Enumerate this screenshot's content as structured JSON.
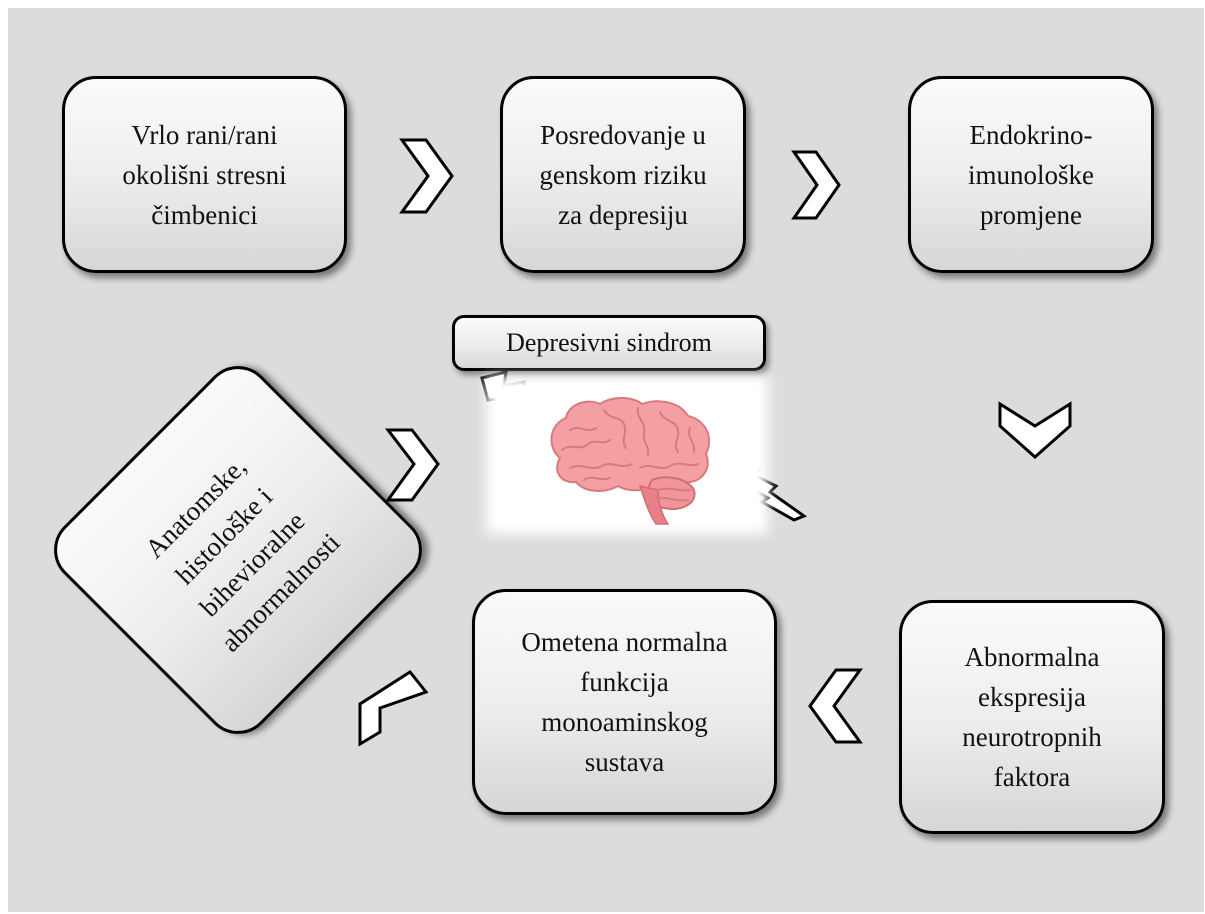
{
  "diagram": {
    "nodes": {
      "early_stress": "Vrlo rani/rani\nokolišni stresni\nčimbenici",
      "genetic_risk": "Posredovanje u\ngenskom riziku\nza depresiju",
      "endocrine": "Endokrino-\nimunološke\npromjene",
      "neurotrophic": "Abnormalna\nekspresija\nneurotropnih\nfaktora",
      "monoamine": "Ometena normalna\nfunkcija\nmonoaminskog\nsustava",
      "anatomic": "Anatomske,\nhistološke i\nbihevioralne\nabnormalnosti"
    },
    "center_label": "Depresivni sindrom",
    "colors": {
      "background": "#dcdcdc",
      "box_fill": "#ececec",
      "outline": "#000000",
      "brain": "#f4a0a3"
    }
  }
}
